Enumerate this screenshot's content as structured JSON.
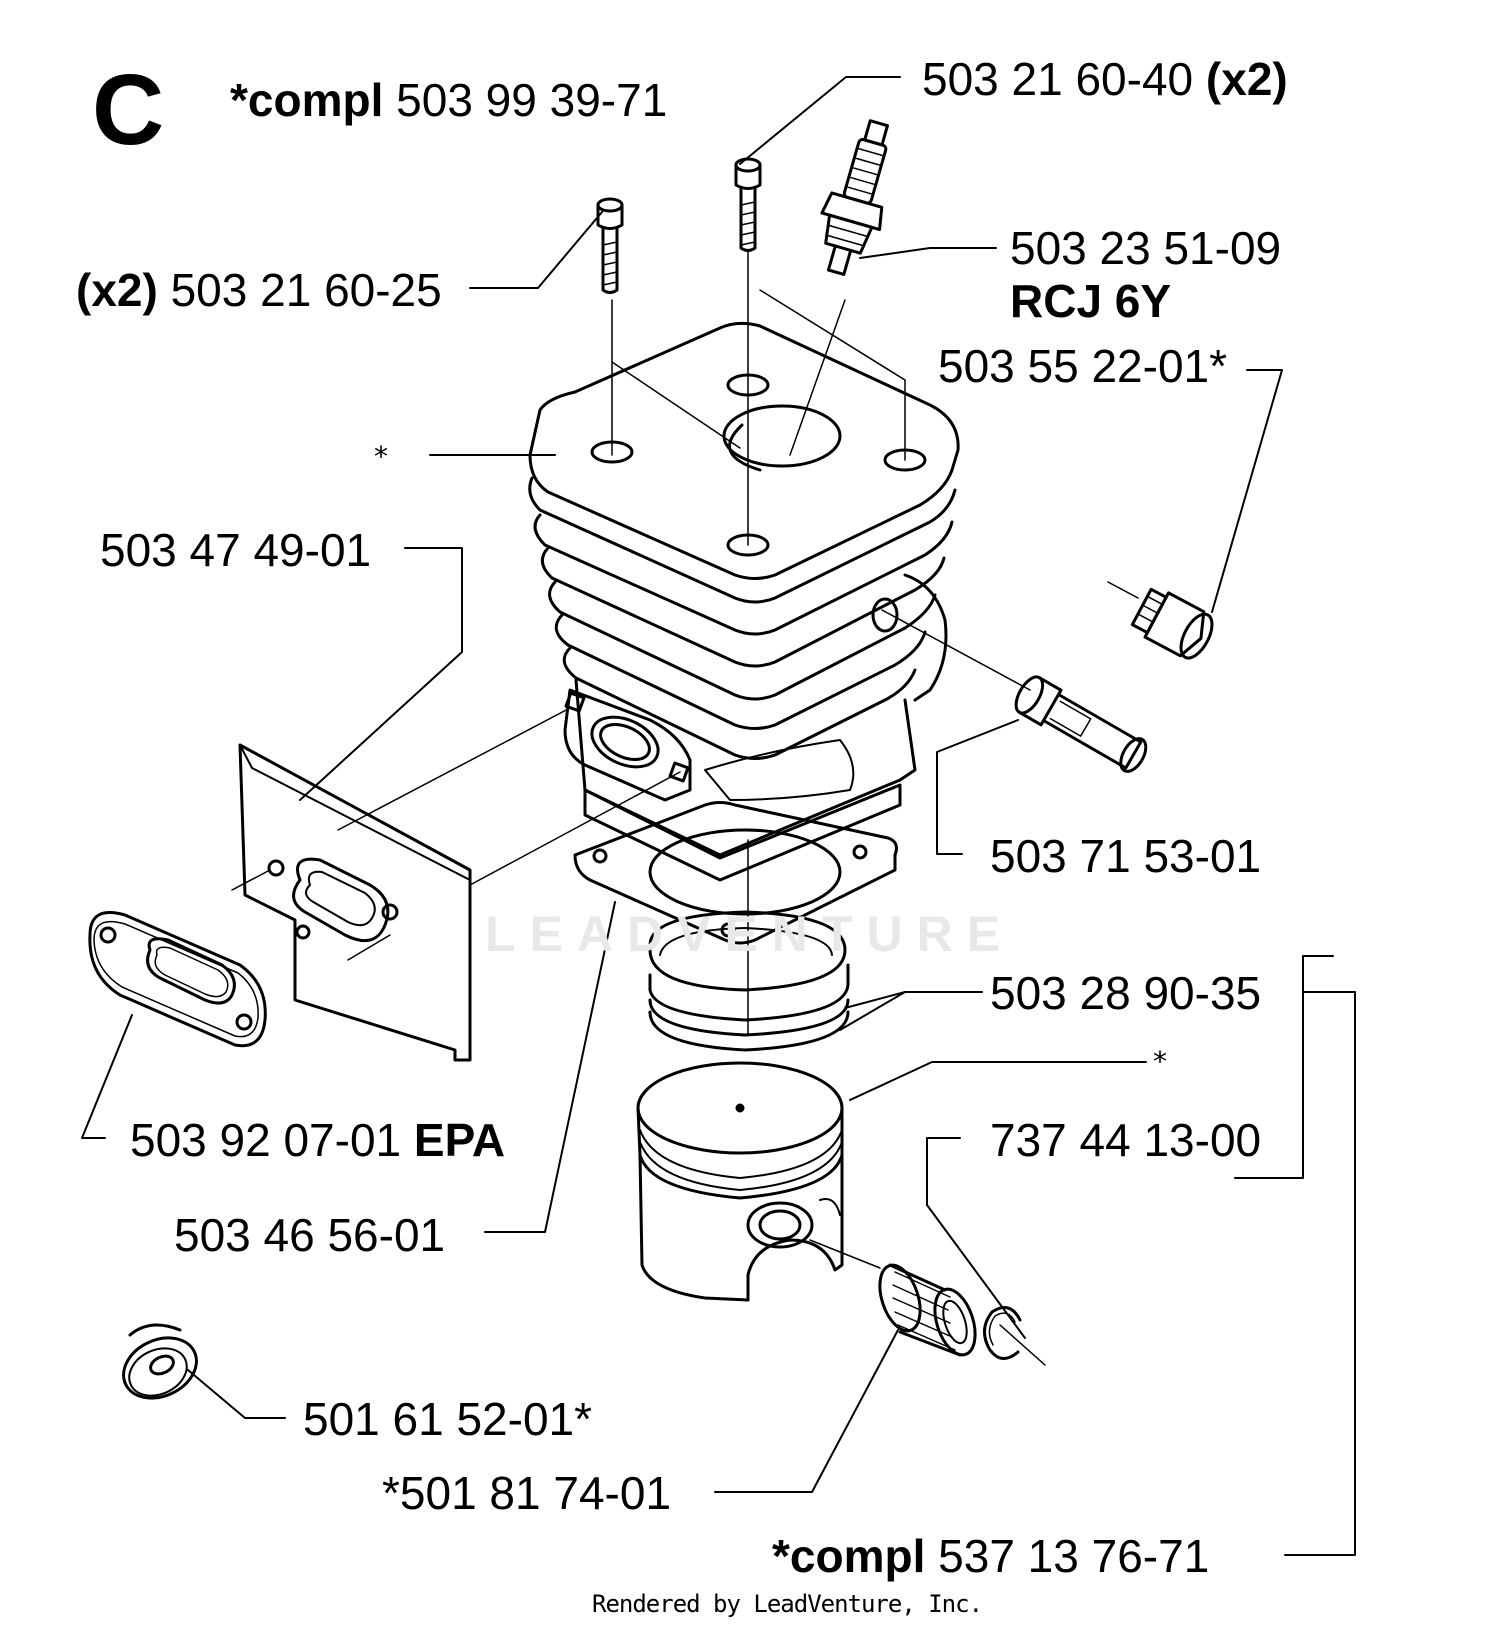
{
  "section_letter": "C",
  "watermark": "LEADVENTURE",
  "footer": "Rendered by LeadVenture, Inc.",
  "callouts": {
    "cylinder_kit": {
      "prefix": "*compl",
      "number": "503 99 39-71"
    },
    "screw_top": {
      "number": "503 21 60-40",
      "suffix": "(x2)"
    },
    "screw_left": {
      "prefix": "(x2)",
      "number": "503 21 60-25"
    },
    "spark_plug": {
      "number": "503 23 51-09",
      "type": "RCJ 6Y"
    },
    "decomp_valve": {
      "number": "503 55 22-01*"
    },
    "cylinder_star": {
      "mark": "*"
    },
    "heat_shield": {
      "number": "503 47 49-01"
    },
    "plug_valve": {
      "number": "503 71 53-01"
    },
    "piston_rings": {
      "number": "503 28 90-35"
    },
    "piston_star": {
      "mark": "*"
    },
    "gasket_epa": {
      "number": "503 92 07-01",
      "suffix": "EPA"
    },
    "piston_pin": {
      "number": "737 44 13-00"
    },
    "base_gasket": {
      "number": "503 46 56-01"
    },
    "plug_cap": {
      "number": "501 61 52-01*"
    },
    "needle_bearing": {
      "number": "*501 81 74-01"
    },
    "piston_kit": {
      "prefix": "*compl",
      "number": "537 13 76-71"
    }
  }
}
